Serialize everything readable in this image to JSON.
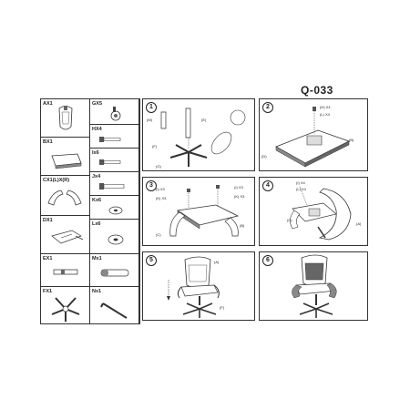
{
  "model": "Q-033",
  "parts": [
    {
      "id": "A",
      "label": "AX1"
    },
    {
      "id": "G",
      "label": "GX5"
    },
    {
      "id": "H",
      "label": "HX4"
    },
    {
      "id": "B",
      "label": "BX1"
    },
    {
      "id": "I",
      "label": "Ix6"
    },
    {
      "id": "C",
      "label": "CX1(L)X(R)"
    },
    {
      "id": "J",
      "label": "Jx4"
    },
    {
      "id": "K",
      "label": "Kx6"
    },
    {
      "id": "D",
      "label": "DX1"
    },
    {
      "id": "L",
      "label": "Lx6"
    },
    {
      "id": "E",
      "label": "EX1"
    },
    {
      "id": "M",
      "label": "Mx1"
    },
    {
      "id": "F",
      "label": "FX1"
    },
    {
      "id": "N",
      "label": "Nx1"
    }
  ],
  "steps": [
    {
      "number": "1",
      "callouts": [
        "(M)",
        "(E)",
        "(F)",
        "(G)"
      ]
    },
    {
      "number": "2",
      "callouts": [
        "(H) X4",
        "(L) X4",
        "(B)",
        "(D)"
      ]
    },
    {
      "number": "3",
      "callouts": [
        "(I) X3",
        "(I) X3",
        "(K) X3",
        "(K) X3",
        "(C)",
        "(B)"
      ]
    },
    {
      "number": "4",
      "callouts": [
        "(I) X4",
        "(L) X4",
        "(C)",
        "(A)"
      ]
    },
    {
      "number": "5",
      "callouts": [
        "(A)",
        "(F)"
      ]
    },
    {
      "number": "6",
      "callouts": []
    }
  ]
}
